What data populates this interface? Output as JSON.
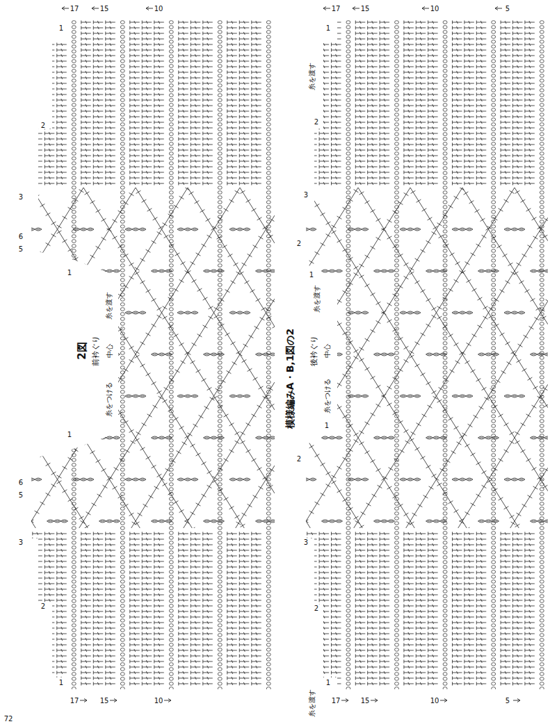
{
  "diagram": {
    "labels": [
      "2図",
      "前衿ぐり",
      "中心",
      "糸をつける",
      "糸を渡す",
      "1",
      "2",
      "3",
      "6",
      "5",
      "1",
      "1",
      "6",
      "5",
      "3",
      "2",
      "1",
      "17",
      "15",
      "10",
      "17",
      "15",
      "10",
      "模様編みA・B,1図の2",
      "後衿ぐり",
      "中心",
      "糸をつける",
      "糸を渡す",
      "糸を渡す",
      "糸を渡す",
      "1",
      "2",
      "3",
      "2",
      "1",
      "1",
      "2",
      "3",
      "2",
      "1",
      "17",
      "15",
      "10",
      "5",
      "17",
      "15",
      "10",
      "5",
      "72"
    ]
  }
}
